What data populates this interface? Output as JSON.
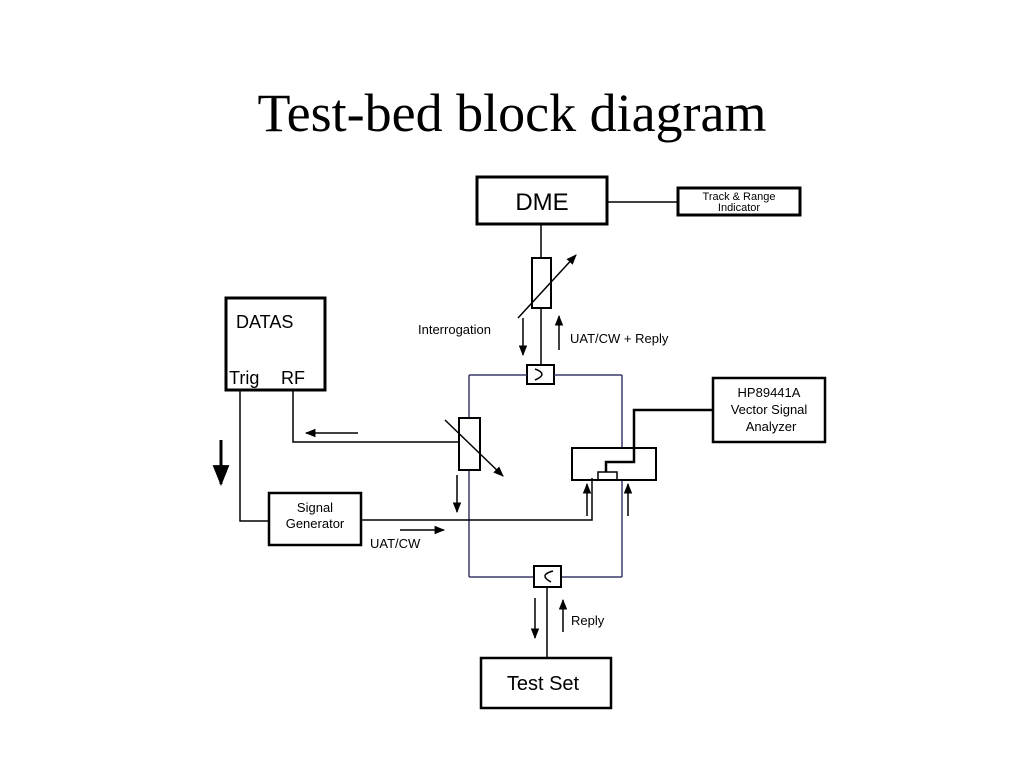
{
  "title": "Test-bed block diagram",
  "blocks": {
    "dme": "DME",
    "track_line1": "Track & Range",
    "track_line2": "Indicator",
    "datas": "DATAS",
    "trig": "Trig",
    "rf": "RF",
    "analyzer_line1": "HP89441A",
    "analyzer_line2": "Vector Signal",
    "analyzer_line3": "Analyzer",
    "siggen_line1": "Signal",
    "siggen_line2": "Generator",
    "testset": "Test Set"
  },
  "labels": {
    "interrogation": "Interrogation",
    "uat_cw_reply": "UAT/CW + Reply",
    "uat_cw": "UAT/CW",
    "reply": "Reply"
  }
}
